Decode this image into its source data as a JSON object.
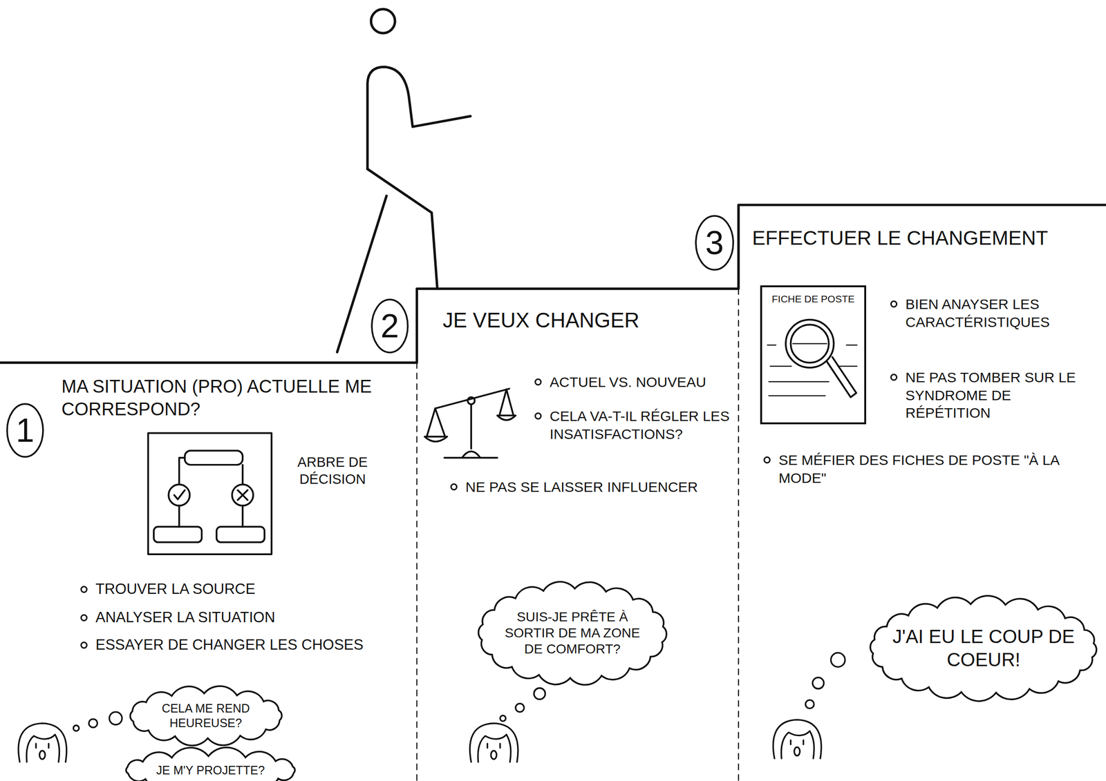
{
  "diagram": {
    "nodes": [
      {
        "text": [
          "1"
        ]
      },
      {
        "text": [
          "MA SITUATION (PRO) ACTUELLE ME CORRESPOND?",
          "TROUVER LA SOURCE",
          "ANALYSER LA SITUATION",
          "ESSAYER DE CHANGER LES CHOSES"
        ]
      },
      {
        "text": [
          "CELA ME REND HEUREUSE?"
        ],
        "in": 1
      },
      {
        "text": [
          "JE M'Y PROJETTE?"
        ],
        "in": 1
      },
      {
        "text": [
          "2"
        ]
      },
      {
        "text": [
          "JE VEUX CHANGER",
          "ACTUEL VS. NOUVEAU",
          "CELA VA-T-IL RÉGLER LES INSATISFACTIONS?",
          "NE PAS SE LAISSER INFLUENCER"
        ]
      },
      {
        "text": [
          "SUIS-JE PRÊTE À SORTIR DE MA ZONE DE COMFORT?"
        ],
        "in": 5
      },
      {
        "text": [
          "3"
        ]
      },
      {
        "text": [
          "EFFECTUER LE CHANGEMENT",
          "BIEN ANAYSER LES CARACTÉRISTIQUES",
          "NE PAS TOMBER SUR LE SYNDROME DE RÉPÉTITION",
          "SE MÉFIER DES FICHES DE POSTE \"À LA MODE\""
        ]
      },
      {
        "text": [
          "FICHE DE POSTE"
        ],
        "in": 8
      },
      {
        "text": [
          "J'AI EU LE COUP DE COEUR!"
        ],
        "in": 8
      }
    ],
    "labels": [
      "ARBRE DE DÉCISION"
    ]
  }
}
